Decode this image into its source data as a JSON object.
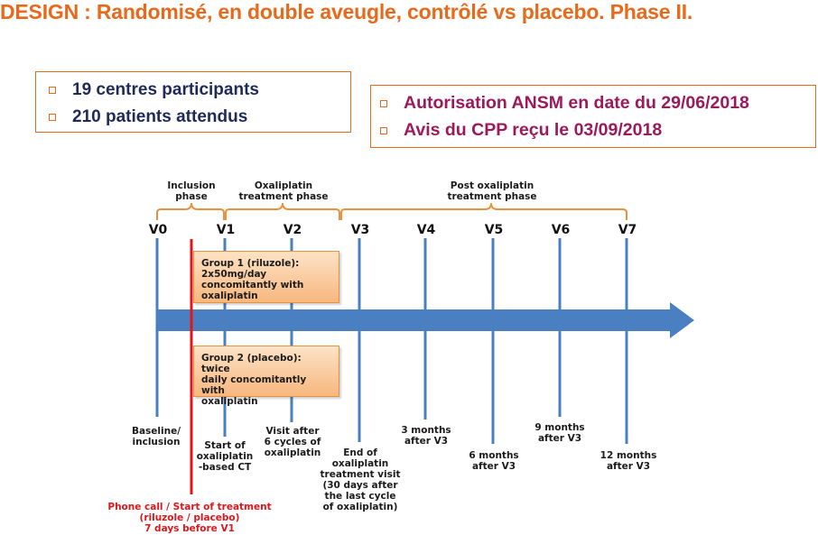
{
  "title": "DESIGN : Randomisé, en double aveugle, contrôlé vs placebo. Phase II.",
  "left_box": {
    "items": [
      "19 centres participants",
      "210 patients attendus"
    ]
  },
  "right_box": {
    "items": [
      "Autorisation ANSM en date du 29/06/2018",
      "Avis du CPP reçu le 03/09/2018"
    ]
  },
  "phases": {
    "inclusion": "Inclusion\nphase",
    "treatment": "Oxaliplatin\ntreatment phase",
    "post": "Post oxaliplatin\ntreatment phase"
  },
  "visits": [
    "V0",
    "V1",
    "V2",
    "V3",
    "V4",
    "V5",
    "V6",
    "V7"
  ],
  "groups": {
    "group1": "Group 1 (riluzole):\n2x50mg/day\nconcomitantly with\noxaliplatin",
    "group2": "Group 2 (placebo): twice\ndaily concomitantly with\noxaliplatin"
  },
  "visit_labels": {
    "v0": "Baseline/\ninclusion",
    "v1": "Start of\noxaliplatin\n-based CT",
    "v2": "Visit after\n6 cycles of\noxaliplatin",
    "v3": "End of\noxaliplatin\ntreatment visit\n(30 days after\nthe last cycle\nof oxaliplatin)",
    "v4": "3 months\nafter V3",
    "v5": "6 months\nafter V3",
    "v6": "9 months\nafter V3",
    "v7": "12 months\nafter V3"
  },
  "phone_call": "Phone call / Start of treatment\n(riluzole  / placebo)\n7 days before V1",
  "colors": {
    "accent": "#e8691a",
    "timeline": "#4a7fc1",
    "phone_line": "#e0161b",
    "left_text": "#1f2a5a",
    "right_text": "#9b1a5c"
  }
}
